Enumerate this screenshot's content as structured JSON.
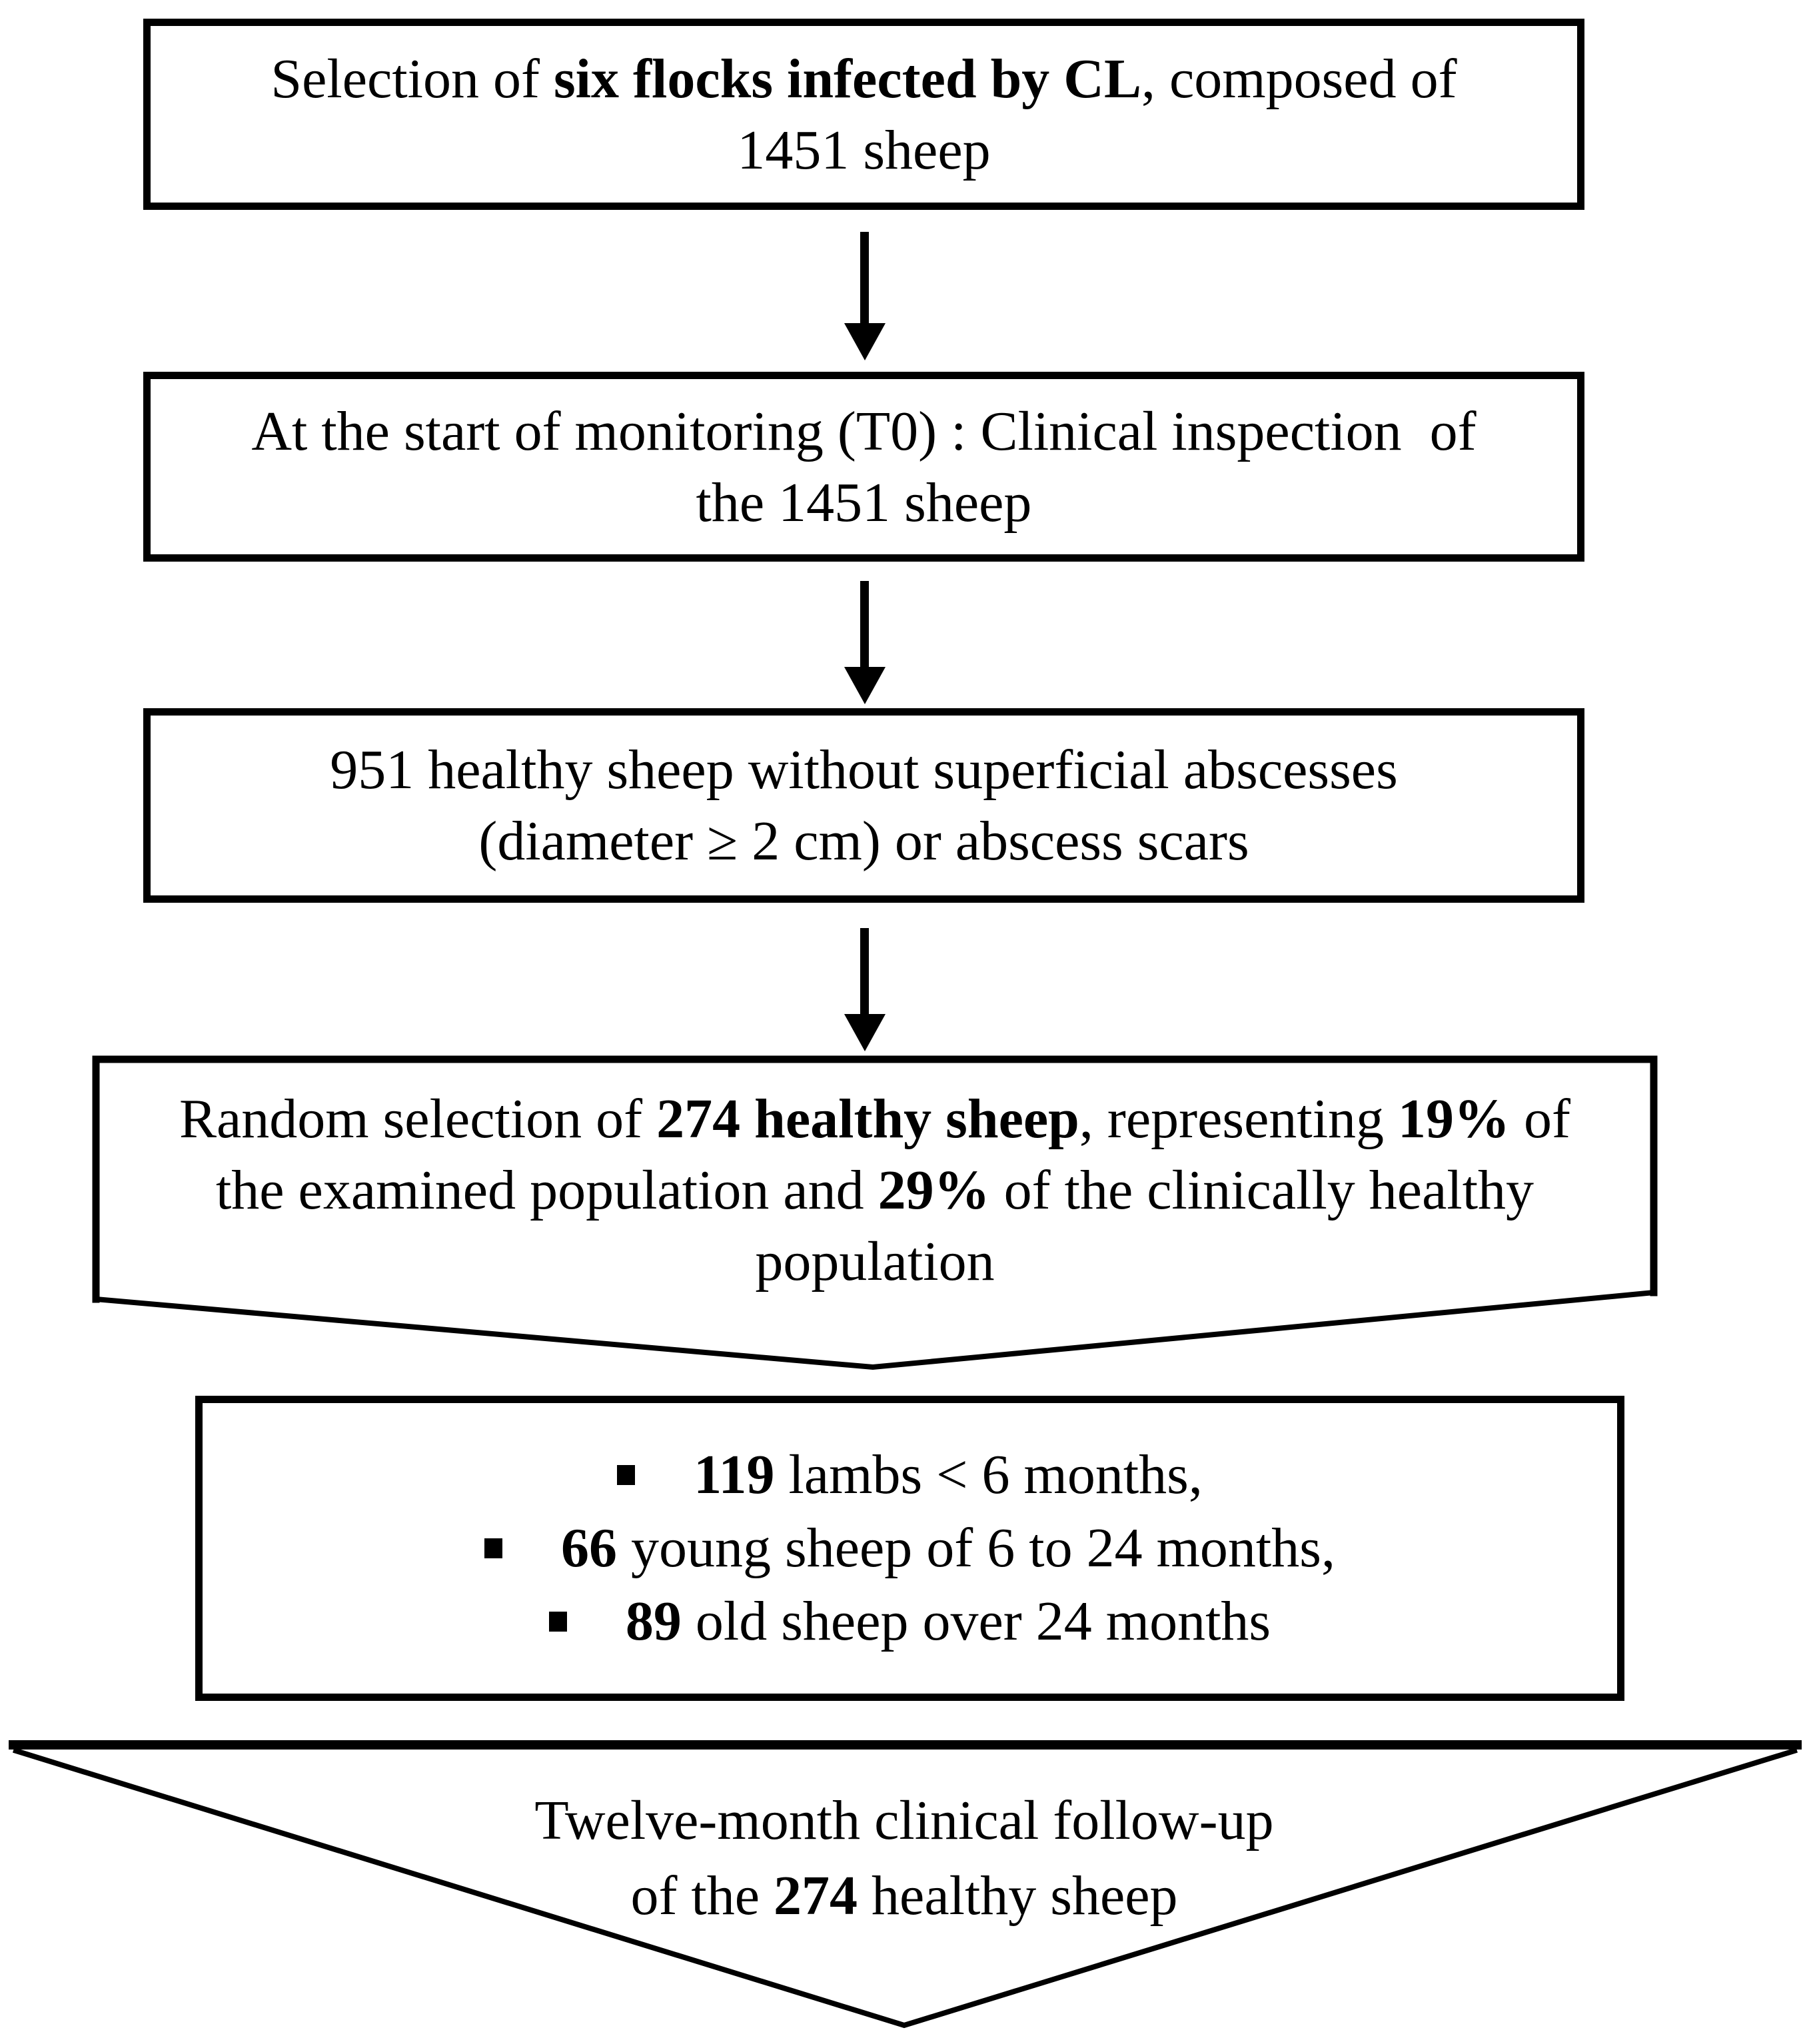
{
  "figure": {
    "type": "flowchart",
    "background_color": "#ffffff",
    "ink_color": "#000000",
    "nodes": [
      {
        "id": "flock-selection",
        "shape": "rect",
        "lines": [
          [
            {
              "t": "Selection of "
            },
            {
              "t": "six flocks infected by CL",
              "b": true
            },
            {
              "t": ", composed of"
            }
          ],
          [
            {
              "t": "1451 sheep"
            }
          ]
        ]
      },
      {
        "id": "clinical-inspection",
        "shape": "rect",
        "lines": [
          [
            {
              "t": "At the start of monitoring (T0) : Clinical inspection  of"
            }
          ],
          [
            {
              "t": "the 1451 sheep"
            }
          ]
        ]
      },
      {
        "id": "healthy-sheep",
        "shape": "rect",
        "lines": [
          [
            {
              "t": "951 healthy sheep without superficial abscesses"
            }
          ],
          [
            {
              "t": "(diameter ≥ 2 cm) or abscess scars"
            }
          ]
        ]
      },
      {
        "id": "random-selection",
        "shape": "banner-v-bottom",
        "lines": [
          [
            {
              "t": "Random selection of "
            },
            {
              "t": "274 healthy sheep",
              "b": true
            },
            {
              "t": ", representing "
            },
            {
              "t": "19%",
              "b": true
            },
            {
              "t": " of"
            }
          ],
          [
            {
              "t": "the examined population and "
            },
            {
              "t": "29%",
              "b": true
            },
            {
              "t": " of the clinically healthy"
            }
          ],
          [
            {
              "t": "population"
            }
          ]
        ]
      },
      {
        "id": "age-groups",
        "shape": "rect",
        "bulleted": true,
        "lines": [
          [
            {
              "t": "119",
              "b": true
            },
            {
              "t": " lambs < 6 months,"
            }
          ],
          [
            {
              "t": "66",
              "b": true
            },
            {
              "t": " young sheep of 6 to 24 months,"
            }
          ],
          [
            {
              "t": "89",
              "b": true
            },
            {
              "t": " old sheep over 24 months"
            }
          ]
        ]
      },
      {
        "id": "follow-up",
        "shape": "funnel-triangle",
        "lines": [
          [
            {
              "t": "Twelve-month clinical follow-up"
            }
          ],
          [
            {
              "t": "of the "
            },
            {
              "t": "274",
              "b": true
            },
            {
              "t": " healthy sheep"
            }
          ]
        ]
      }
    ],
    "connectors": [
      {
        "id": "arrow-1",
        "type": "arrow-down",
        "from": "flock-selection",
        "to": "clinical-inspection"
      },
      {
        "id": "arrow-2",
        "type": "arrow-down",
        "from": "clinical-inspection",
        "to": "healthy-sheep"
      },
      {
        "id": "arrow-3",
        "type": "arrow-down",
        "from": "healthy-sheep",
        "to": "random-selection"
      }
    ]
  }
}
